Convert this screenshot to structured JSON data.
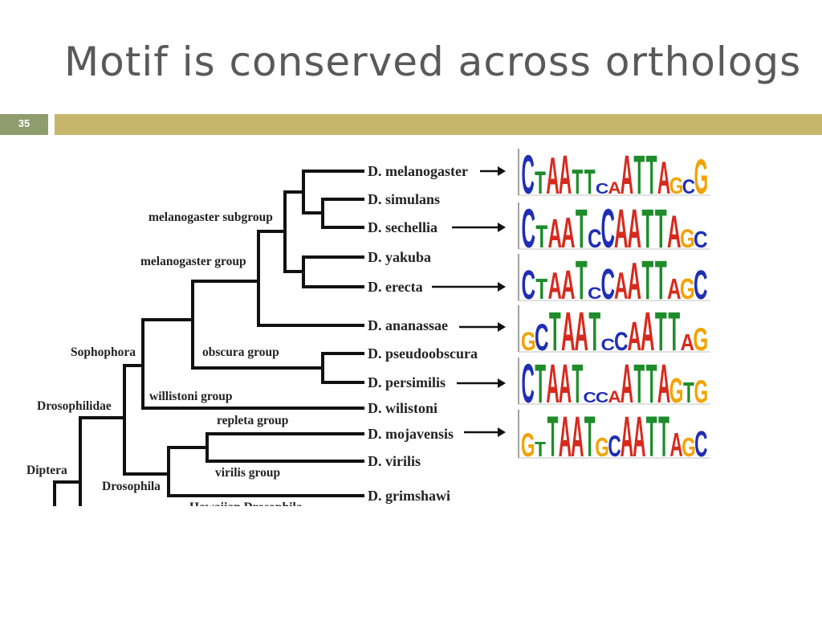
{
  "slide": {
    "title": "Motif is conserved across orthologs",
    "number": "35"
  },
  "species": [
    {
      "name": "D. melanogaster",
      "has_logo": true
    },
    {
      "name": "D. simulans",
      "has_logo": false
    },
    {
      "name": "D. sechellia",
      "has_logo": true
    },
    {
      "name": "D. yakuba",
      "has_logo": false
    },
    {
      "name": "D. erecta",
      "has_logo": true
    },
    {
      "name": "D. ananassae",
      "has_logo": true
    },
    {
      "name": "D. pseudoobscura",
      "has_logo": false
    },
    {
      "name": "D. persimilis",
      "has_logo": true
    },
    {
      "name": "D. wilistoni",
      "has_logo": false
    },
    {
      "name": "D. mojavensis",
      "has_logo": true
    },
    {
      "name": "D. virilis",
      "has_logo": false
    },
    {
      "name": "D. grimshawi",
      "has_logo": false
    }
  ],
  "groups": {
    "melanogaster_subgroup": "melanogaster subgroup",
    "melanogaster_group": "melanogaster group",
    "sophophora": "Sophophora",
    "obscura_group": "obscura group",
    "willistoni_group": "willistoni group",
    "drosophilidae": "Drosophilidae",
    "repleta_group": "repleta group",
    "virilis_group": "virilis group",
    "diptera": "Diptera",
    "drosophila": "Drosophila",
    "hawaiian_drosophila": "Hawaiian Drosophila"
  },
  "logo_colors": {
    "A": "#d62a1e",
    "C": "#1f2fb5",
    "G": "#f2a300",
    "T": "#1e8c2a"
  },
  "logos": [
    {
      "species": "D. melanogaster",
      "letters": [
        "C",
        "T",
        "A",
        "A",
        "T",
        "T",
        "C",
        "A",
        "A",
        "T",
        "T",
        "A",
        "G",
        "C",
        "G"
      ]
    },
    {
      "species": "D. sechellia",
      "letters": [
        "C",
        "T",
        "A",
        "A",
        "T",
        "C",
        "C",
        "A",
        "A",
        "T",
        "T",
        "A",
        "G",
        "C"
      ]
    },
    {
      "species": "D. erecta",
      "letters": [
        "C",
        "T",
        "A",
        "A",
        "T",
        "C",
        "C",
        "A",
        "A",
        "T",
        "T",
        "A",
        "G",
        "C"
      ]
    },
    {
      "species": "D. ananassae",
      "letters": [
        "G",
        "C",
        "T",
        "A",
        "A",
        "T",
        "C",
        "C",
        "A",
        "A",
        "T",
        "T",
        "A",
        "G"
      ]
    },
    {
      "species": "D. persimilis",
      "letters": [
        "C",
        "T",
        "A",
        "A",
        "T",
        "C",
        "C",
        "A",
        "A",
        "T",
        "T",
        "A",
        "G",
        "T",
        "G"
      ]
    },
    {
      "species": "D. mojavensis",
      "letters": [
        "G",
        "T",
        "T",
        "A",
        "A",
        "T",
        "G",
        "C",
        "A",
        "A",
        "T",
        "T",
        "A",
        "G",
        "C"
      ]
    }
  ]
}
